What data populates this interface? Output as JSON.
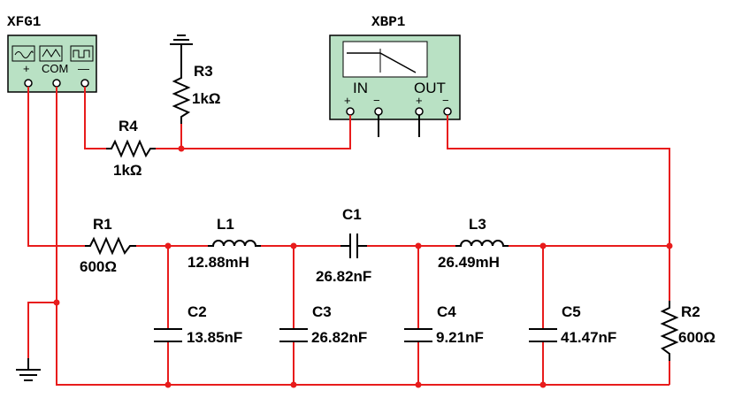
{
  "instruments": {
    "function_generator": {
      "name": "XFG1",
      "terminals": {
        "plus": "+",
        "com": "COM",
        "minus": "—"
      }
    },
    "bode_plotter": {
      "name": "XBP1",
      "in_label": "IN",
      "out_label": "OUT",
      "plus": "+",
      "minus": "−"
    }
  },
  "components": [
    {
      "id": "R1",
      "value": "600Ω"
    },
    {
      "id": "R2",
      "value": "600Ω"
    },
    {
      "id": "R3",
      "value": "1kΩ"
    },
    {
      "id": "R4",
      "value": "1kΩ"
    },
    {
      "id": "L1",
      "value": "12.88mH"
    },
    {
      "id": "L3",
      "value": "26.49mH"
    },
    {
      "id": "C1",
      "value": "26.82nF"
    },
    {
      "id": "C2",
      "value": "13.85nF"
    },
    {
      "id": "C3",
      "value": "26.82nF"
    },
    {
      "id": "C4",
      "value": "9.21nF"
    },
    {
      "id": "C5",
      "value": "41.47nF"
    }
  ],
  "colors": {
    "wire": "#e81c1c",
    "instrument_fill": "#b9e1c4",
    "background": "#ffffff"
  }
}
